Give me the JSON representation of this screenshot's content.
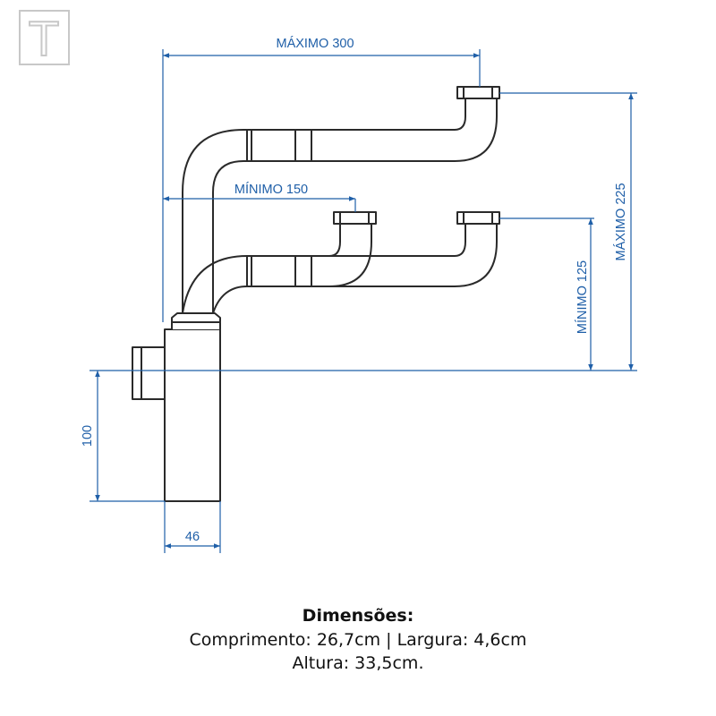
{
  "logo": {
    "letter": "T"
  },
  "dimensions": {
    "max_length": "MÁXIMO 300",
    "min_length": "MÍNIMO 150",
    "max_height": "MÁXIMO 225",
    "min_height": "MÍNIMO 125",
    "body_height": "100",
    "body_width": "46"
  },
  "caption": {
    "title": "Dimensões:",
    "line1": "Comprimento: 26,7cm | Largura: 4,6cm",
    "line2": "Altura: 33,5cm."
  },
  "colors": {
    "dimension_line": "#1f5fa8",
    "outline": "#2a2a2a",
    "logo": "#c8c8c8"
  }
}
